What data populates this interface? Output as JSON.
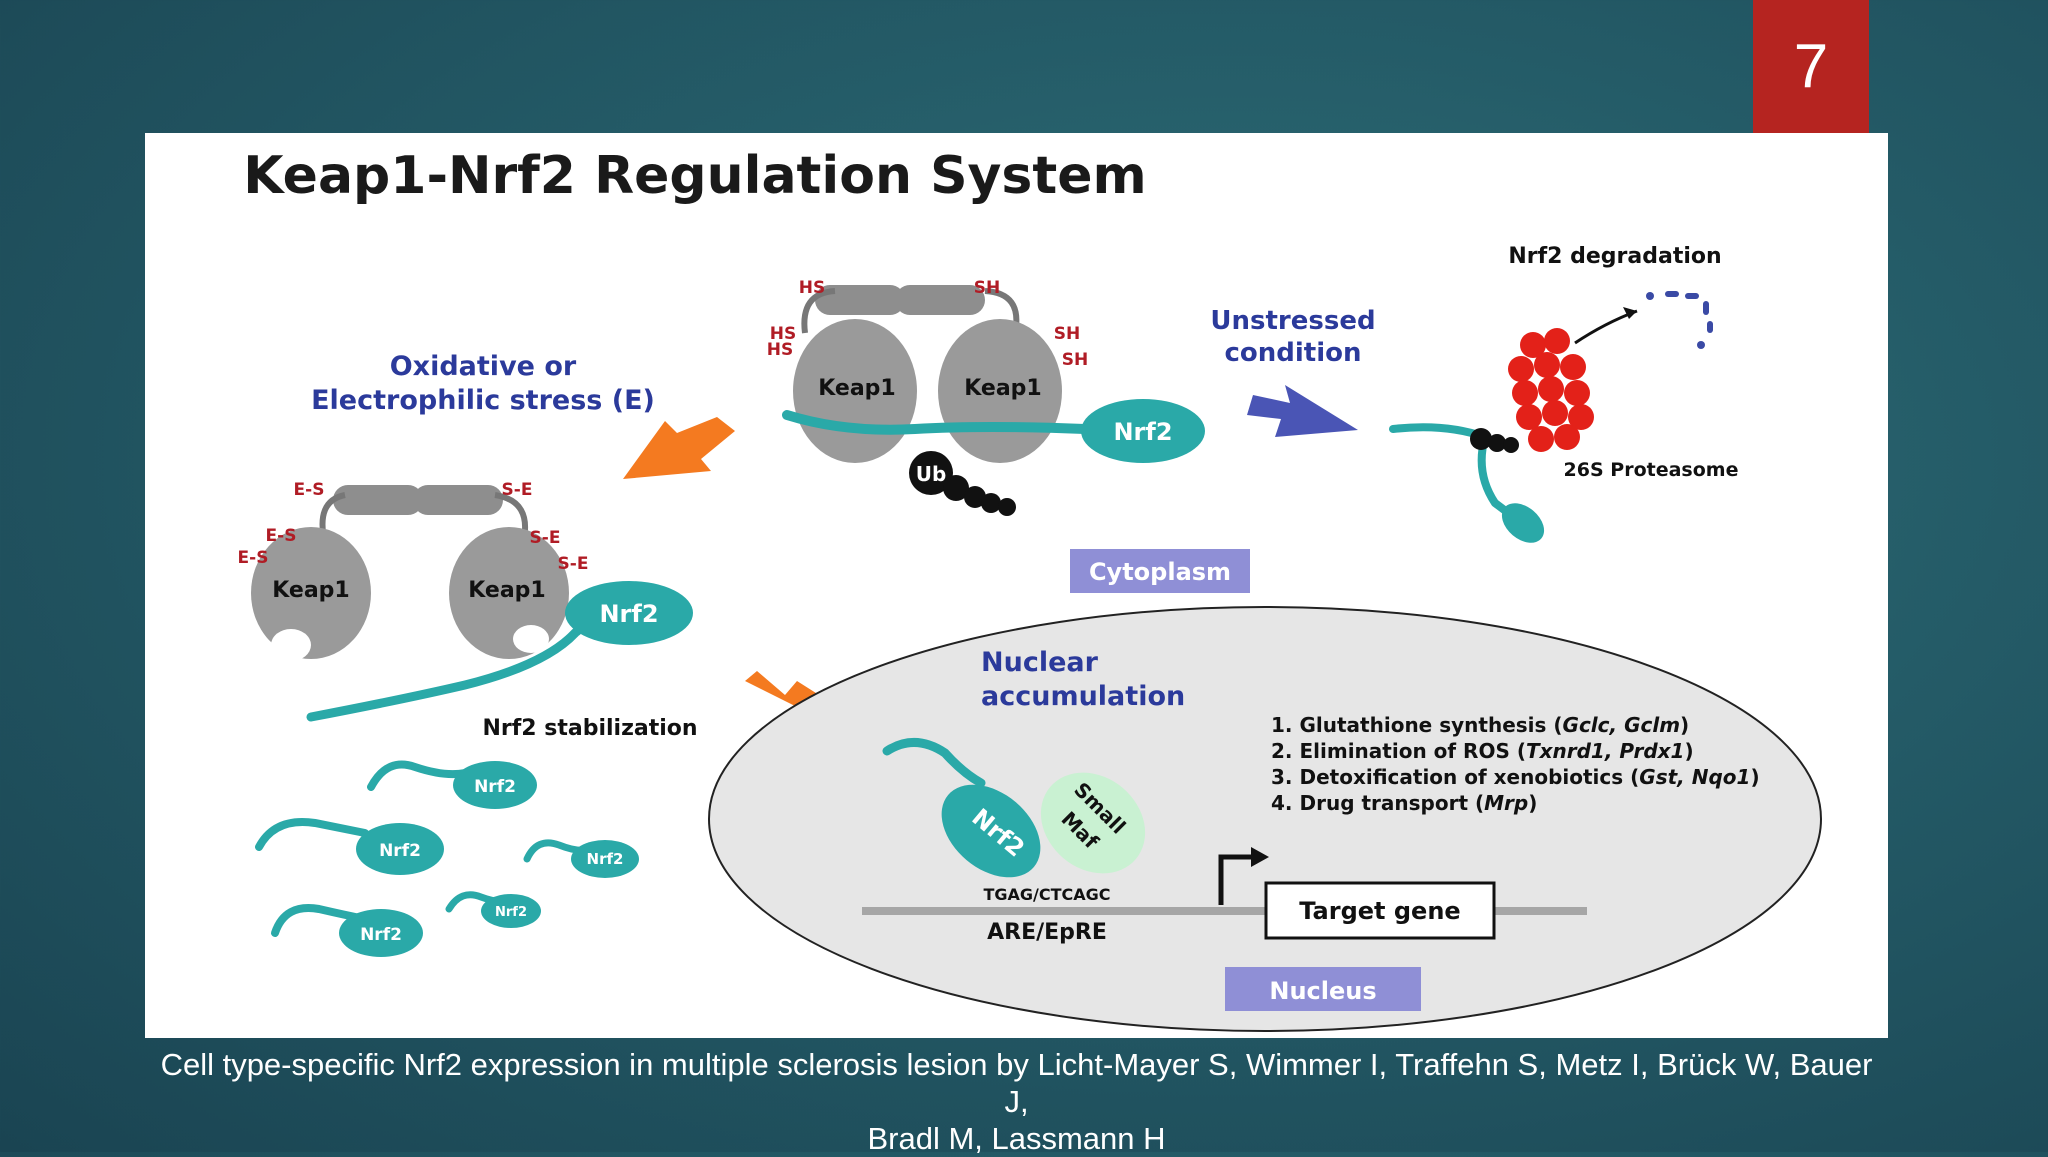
{
  "slide": {
    "number": "7",
    "caption_line1": "Cell type-specific Nrf2 expression in multiple sclerosis lesion by Licht-Mayer S, Wimmer I, Traffehn S, Metz I, Brück W, Bauer J,",
    "caption_line2": "Bradl M, Lassmann H"
  },
  "figure": {
    "title": "Keap1-Nrf2 Regulation System",
    "stress_line1": "Oxidative or",
    "stress_line2": "Electrophilic stress (E)",
    "unstressed_line1": "Unstressed",
    "unstressed_line2": "condition",
    "degradation": "Nrf2 degradation",
    "proteasome": "26S Proteasome",
    "ub": "Ub",
    "cytoplasm": "Cytoplasm",
    "nucleus": "Nucleus",
    "nuclear_line1": "Nuclear",
    "nuclear_line2": "accumulation",
    "stabilization": "Nrf2 stabilization",
    "keap1": "Keap1",
    "nrf2": "Nrf2",
    "small_maf_line1": "Small",
    "small_maf_line2": "Maf",
    "sequence": "TGAG/CTCAGC",
    "are": "ARE/EpRE",
    "target_gene": "Target gene",
    "hs": "HS",
    "sh": "SH",
    "es": "E-S",
    "se": "S-E",
    "gene_list": [
      {
        "num": "1.",
        "text": "Glutathione synthesis (",
        "genes": "Gclc, Gclm",
        "close": ")"
      },
      {
        "num": "2.",
        "text": "Elimination of ROS (",
        "genes": "Txnrd1, Prdx1",
        "close": ")"
      },
      {
        "num": "3.",
        "text": "Detoxification of xenobiotics (",
        "genes": "Gst, Nqo1",
        "close": ")"
      },
      {
        "num": "4.",
        "text": "Drug transport (",
        "genes": "Mrp",
        "close": ")"
      }
    ]
  },
  "colors": {
    "teal": "#2aa9a8",
    "keap1_gray": "#9a9a9a",
    "blue_text": "#2b3a9b",
    "red_label": "#b01c25",
    "orange_arrow": "#f47a20",
    "blue_arrow": "#4a55b5",
    "badge_purple": "#8f8fd6",
    "slide_number_bg": "#b52420"
  }
}
